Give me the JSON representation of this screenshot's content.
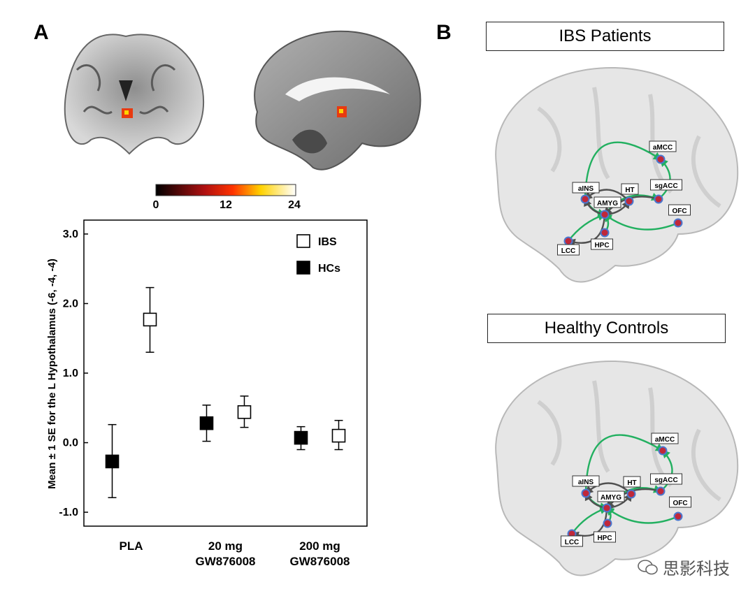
{
  "panels": {
    "a_label": "A",
    "b_label": "B"
  },
  "colorbar": {
    "ticks": [
      "0",
      "12",
      "24"
    ],
    "min": 0,
    "max": 24
  },
  "chart_data": {
    "type": "scatter",
    "categories": [
      "PLA",
      "20 mg GW876008",
      "200 mg GW876008"
    ],
    "category_lines": [
      [
        "PLA"
      ],
      [
        "20 mg",
        "GW876008"
      ],
      [
        "200 mg",
        "GW876008"
      ]
    ],
    "ylabel": "Mean ± 1 SE for the L Hypothalamus (-6, -4, -4)",
    "ylim": [
      -1.2,
      3.2
    ],
    "yticks": [
      "3.0",
      "2.0",
      "1.0",
      "0.0",
      "-1.0"
    ],
    "ytick_values": [
      3.0,
      2.0,
      1.0,
      0.0,
      -1.0
    ],
    "legend_position": "top-right",
    "series": [
      {
        "name": "IBS",
        "marker": "open-square",
        "mean": [
          1.77,
          0.44,
          0.1
        ],
        "lower": [
          1.3,
          0.22,
          -0.1
        ],
        "upper": [
          2.23,
          0.67,
          0.32
        ]
      },
      {
        "name": "HCs",
        "marker": "filled-square",
        "mean": [
          -0.27,
          0.28,
          0.07
        ],
        "lower": [
          -0.79,
          0.02,
          -0.1
        ],
        "upper": [
          0.26,
          0.54,
          0.23
        ]
      }
    ]
  },
  "networks": {
    "ibs": {
      "title": "IBS Patients",
      "nodes": [
        "aMCC",
        "aINS",
        "HT",
        "sgACC",
        "AMYG",
        "OFC",
        "LCC",
        "HPC"
      ]
    },
    "hc": {
      "title": "Healthy Controls",
      "nodes": [
        "aMCC",
        "aINS",
        "HT",
        "sgACC",
        "AMYG",
        "OFC",
        "LCC",
        "HPC"
      ]
    }
  },
  "watermark": {
    "text": "思影科技"
  },
  "colors": {
    "connection_green": "#22b060",
    "connection_gray": "#505050",
    "node_fill": "#c0283a",
    "node_stroke": "#4a78d0"
  }
}
